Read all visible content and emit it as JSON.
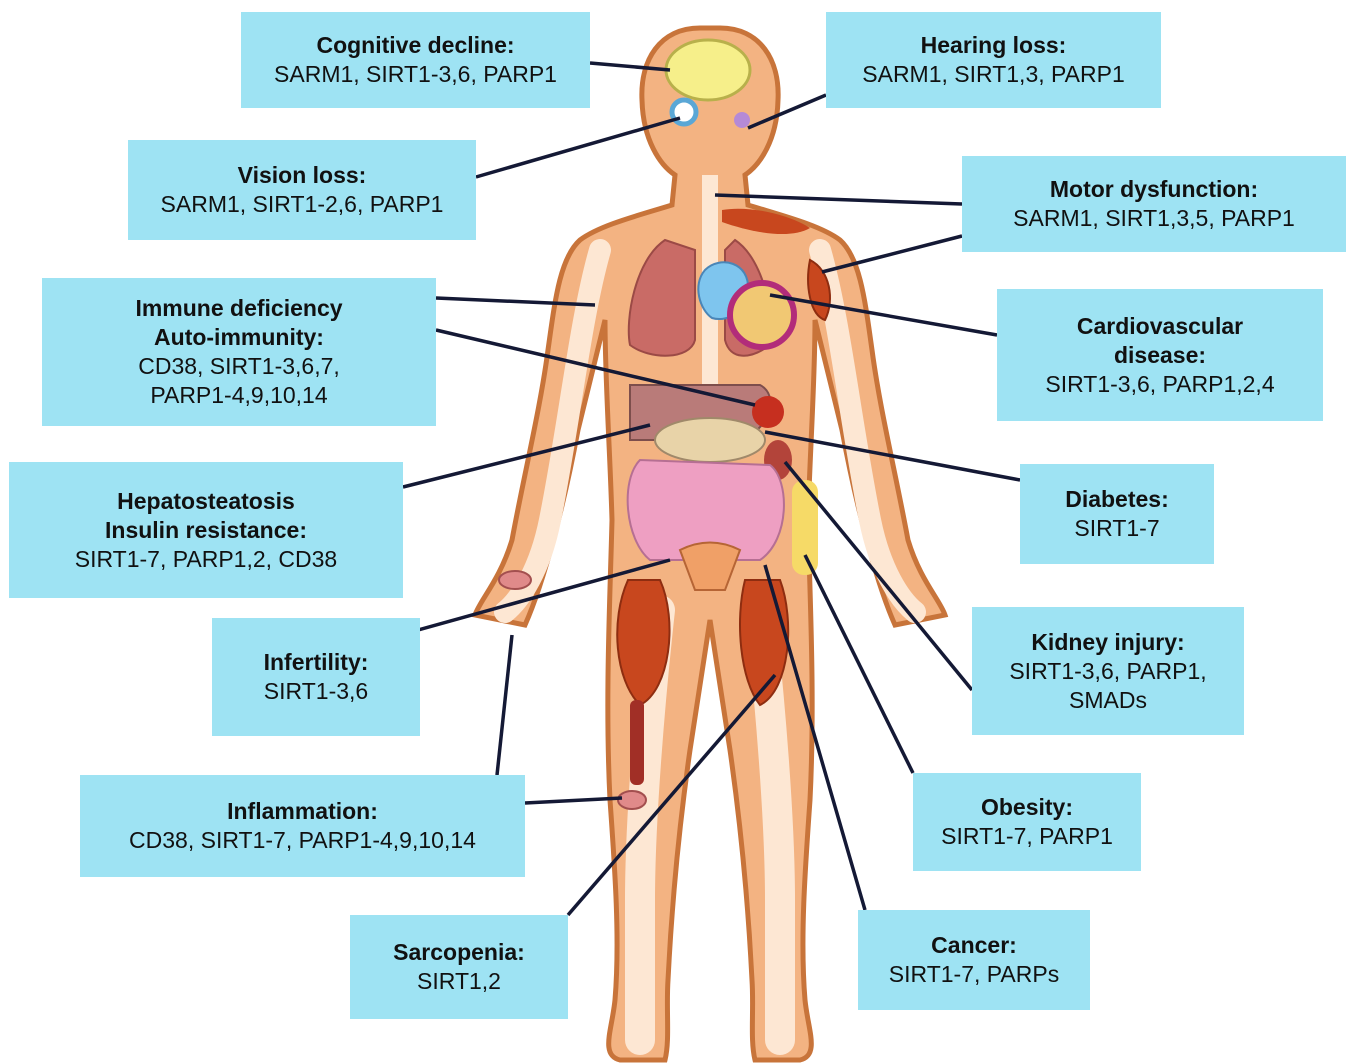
{
  "colors": {
    "box_fill": "#9ee3f3",
    "skin_outline": "#c8743a",
    "skin_fill": "#f3b382",
    "skeleton": "#fde7d3",
    "connector": "#141935",
    "muscle": "#c8471e",
    "lung": "#c96b66"
  },
  "labels": [
    {
      "id": "cognitive",
      "title": "Cognitive decline:",
      "lines": [
        "SARM1, SIRT1-3,6, PARP1"
      ]
    },
    {
      "id": "hearing",
      "title": "Hearing loss:",
      "lines": [
        "SARM1, SIRT1,3, PARP1"
      ]
    },
    {
      "id": "vision",
      "title": "Vision loss:",
      "lines": [
        "SARM1, SIRT1-2,6, PARP1"
      ]
    },
    {
      "id": "motor",
      "title": "Motor dysfunction:",
      "lines": [
        "SARM1, SIRT1,3,5, PARP1"
      ]
    },
    {
      "id": "immune",
      "title": "Immune deficiency",
      "title2": "Auto-immunity:",
      "lines": [
        "CD38, SIRT1-3,6,7,",
        "PARP1-4,9,10,14"
      ]
    },
    {
      "id": "cardio",
      "title": "Cardiovascular",
      "title2": "disease:",
      "lines": [
        "SIRT1-3,6, PARP1,2,4"
      ]
    },
    {
      "id": "hepato",
      "title": "Hepatosteatosis",
      "title2": "Insulin resistance:",
      "lines": [
        "SIRT1-7, PARP1,2, CD38"
      ]
    },
    {
      "id": "diabetes",
      "title": "Diabetes:",
      "lines": [
        "SIRT1-7"
      ]
    },
    {
      "id": "infertility",
      "title": "Infertility:",
      "lines": [
        "SIRT1-3,6"
      ]
    },
    {
      "id": "kidney",
      "title": "Kidney injury:",
      "lines": [
        "SIRT1-3,6, PARP1,",
        "SMADs"
      ]
    },
    {
      "id": "inflammation",
      "title": "Inflammation:",
      "lines": [
        "CD38, SIRT1-7, PARP1-4,9,10,14"
      ]
    },
    {
      "id": "obesity",
      "title": "Obesity:",
      "lines": [
        "SIRT1-7, PARP1"
      ]
    },
    {
      "id": "sarcopenia",
      "title": "Sarcopenia:",
      "lines": [
        "SIRT1,2"
      ]
    },
    {
      "id": "cancer",
      "title": "Cancer:",
      "lines": [
        "SIRT1-7, PARPs"
      ]
    }
  ]
}
